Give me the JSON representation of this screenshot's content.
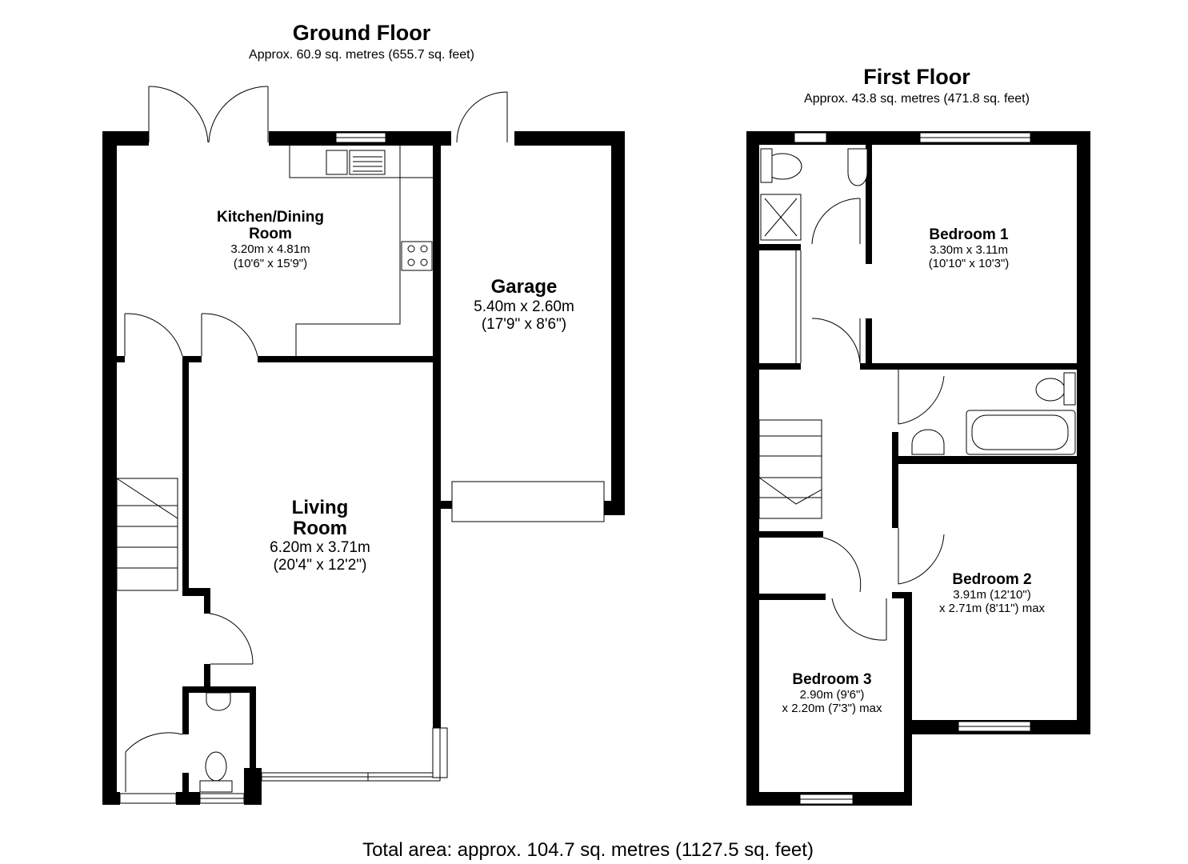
{
  "ground_floor": {
    "title": "Ground Floor",
    "area": "Approx. 60.9 sq. metres (655.7 sq. feet)",
    "rooms": {
      "kitchen": {
        "name_line1": "Kitchen/Dining",
        "name_line2": "Room",
        "dim_metric": "3.20m x 4.81m",
        "dim_imperial": "(10'6\" x 15'9\")"
      },
      "garage": {
        "name": "Garage",
        "dim_metric": "5.40m x 2.60m",
        "dim_imperial": "(17'9\" x 8'6\")"
      },
      "living": {
        "name_line1": "Living",
        "name_line2": "Room",
        "dim_metric": "6.20m x 3.71m",
        "dim_imperial": "(20'4\" x 12'2\")"
      }
    }
  },
  "first_floor": {
    "title": "First Floor",
    "area": "Approx. 43.8 sq. metres (471.8 sq. feet)",
    "rooms": {
      "bedroom1": {
        "name": "Bedroom 1",
        "dim_metric": "3.30m x 3.11m",
        "dim_imperial": "(10'10\" x 10'3\")"
      },
      "bedroom2": {
        "name": "Bedroom 2",
        "dim_line1": "3.91m (12'10\")",
        "dim_line2": "x 2.71m (8'11\") max"
      },
      "bedroom3": {
        "name": "Bedroom 3",
        "dim_line1": "2.90m (9'6\")",
        "dim_line2": "x 2.20m (7'3\") max"
      }
    }
  },
  "total_area": "Total area: approx. 104.7 sq. metres (1127.5 sq. feet)"
}
